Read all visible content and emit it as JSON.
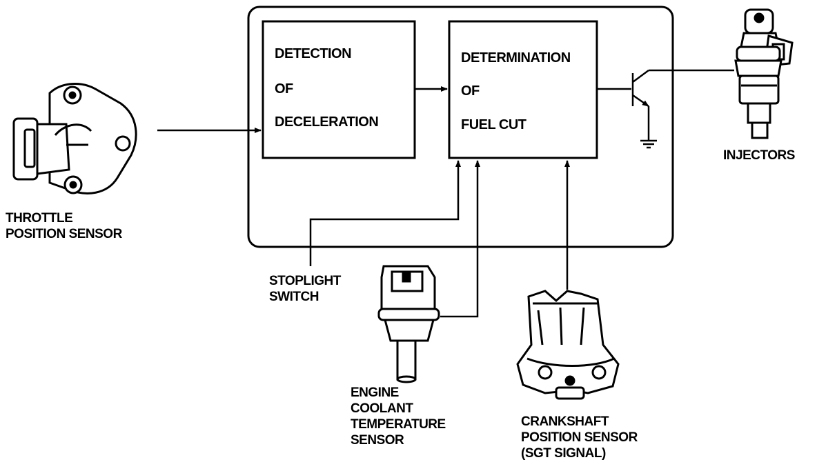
{
  "diagram": {
    "ecu_block_1": {
      "line1": "DETECTION",
      "line2": "OF",
      "line3": "DECELERATION"
    },
    "ecu_block_2": {
      "line1": "DETERMINATION",
      "line2": "OF",
      "line3": "FUEL CUT"
    },
    "components": {
      "throttle_position_sensor": {
        "line1": "THROTTLE",
        "line2": "POSITION SENSOR"
      },
      "stoplight_switch": {
        "line1": "STOPLIGHT",
        "line2": "SWITCH"
      },
      "engine_coolant_temperature_sensor": {
        "line1": "ENGINE",
        "line2": "COOLANT",
        "line3": "TEMPERATURE",
        "line4": "SENSOR"
      },
      "crankshaft_position_sensor": {
        "line1": "CRANKSHAFT",
        "line2": "POSITION SENSOR",
        "line3": "(SGT SIGNAL)"
      },
      "injectors": {
        "line1": "INJECTORS"
      }
    }
  }
}
